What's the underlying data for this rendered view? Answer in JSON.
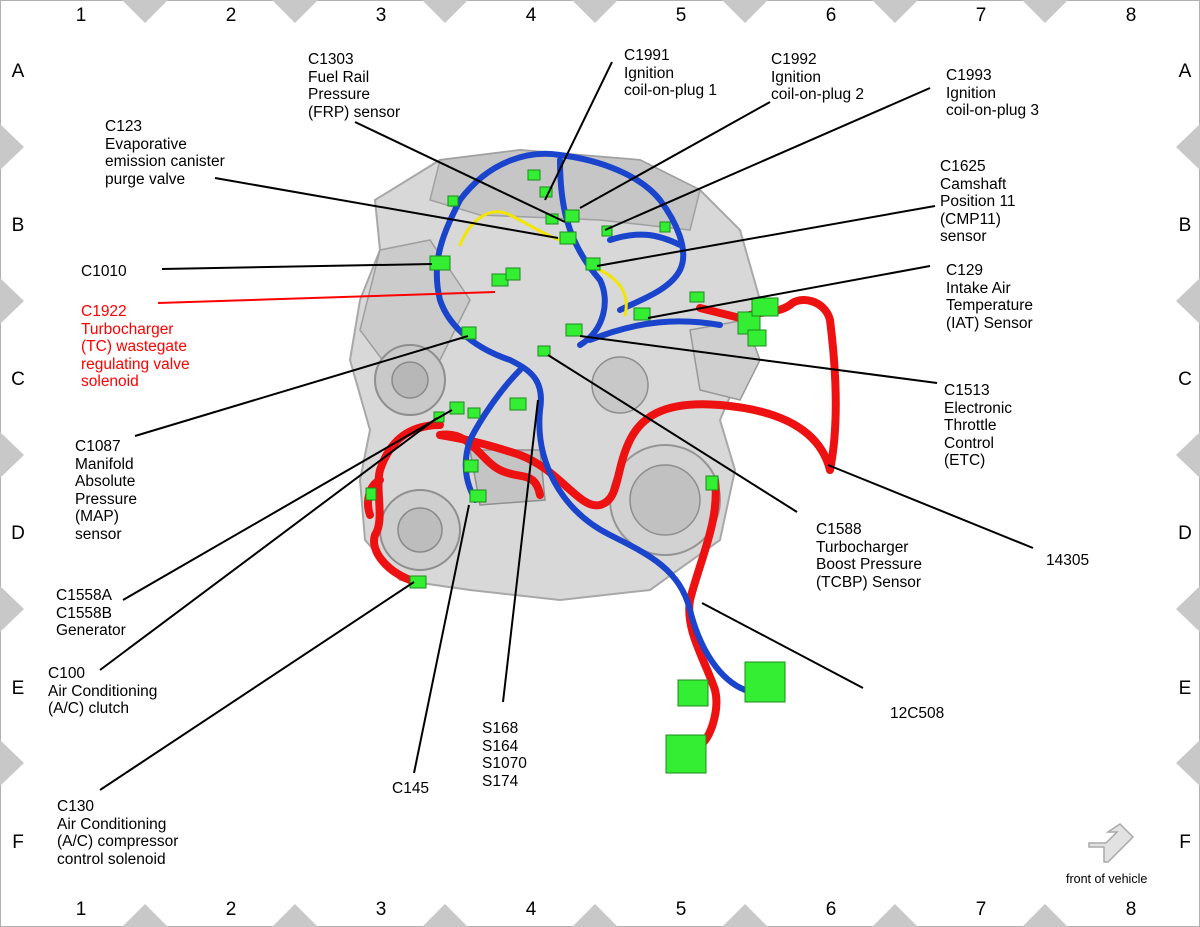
{
  "grid": {
    "columns": [
      "1",
      "2",
      "3",
      "4",
      "5",
      "6",
      "7",
      "8"
    ],
    "rows": [
      "A",
      "B",
      "C",
      "D",
      "E",
      "F"
    ]
  },
  "labels": {
    "c1303": "C1303\nFuel Rail\nPressure\n(FRP) sensor",
    "c1991": "C1991\nIgnition\ncoil-on-plug 1",
    "c1992": "C1992\nIgnition\ncoil-on-plug 2",
    "c1993": "C1993\nIgnition\ncoil-on-plug 3",
    "c123": "C123\nEvaporative\nemission canister\npurge valve",
    "c1625": "C1625\nCamshaft\nPosition 11\n(CMP11)\nsensor",
    "c1010": "C1010",
    "c129": "C129\nIntake Air\nTemperature\n(IAT) Sensor",
    "c1922": "C1922\nTurbocharger\n(TC) wastegate\nregulating valve\nsolenoid",
    "c1513": "C1513\nElectronic\nThrottle\nControl\n(ETC)",
    "c1087": "C1087\nManifold\nAbsolute\nPressure\n(MAP)\nsensor",
    "c1588": "C1588\nTurbocharger\nBoost Pressure\n(TCBP) Sensor",
    "n14305": "14305",
    "c1558": "C1558A\nC1558B\nGenerator",
    "c100": "C100\nAir Conditioning\n(A/C) clutch",
    "n12c508": "12C508",
    "splices": "S168\nS164\nS1070\nS174",
    "c145": "C145",
    "c130": "C130\nAir Conditioning\n(A/C) compressor\ncontrol solenoid"
  },
  "front_of_vehicle": "front of vehicle",
  "colors": {
    "connector": "#33ee33",
    "harness_blue": "#1a44cc",
    "harness_red": "#ee1111",
    "harness_yellow": "#f2e600",
    "engine": "#d9d9d9",
    "highlight_label": "#ff0000",
    "grid_marker": "#c8c8c8"
  }
}
